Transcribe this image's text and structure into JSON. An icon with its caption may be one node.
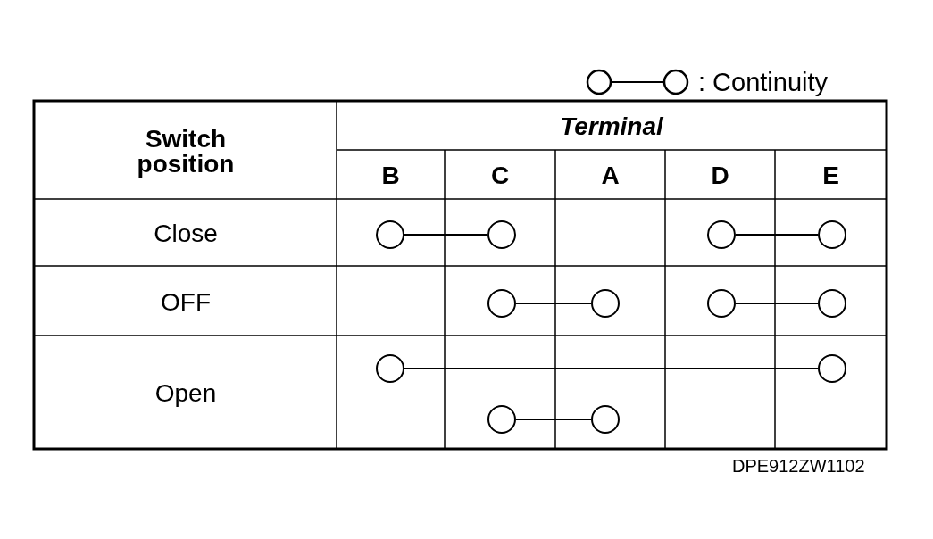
{
  "diagram": {
    "nodes": [
      {
        "text": [],
        "shape": "circle"
      },
      {
        "text": [],
        "shape": "circle"
      },
      {
        "text": [],
        "shape": "circle"
      },
      {
        "text": [],
        "shape": "circle"
      },
      {
        "text": [],
        "shape": "circle"
      },
      {
        "text": [],
        "shape": "circle"
      },
      {
        "text": [],
        "shape": "circle"
      },
      {
        "text": [],
        "shape": "circle"
      },
      {
        "text": [],
        "shape": "circle"
      },
      {
        "text": [],
        "shape": "circle"
      },
      {
        "text": [],
        "shape": "circle"
      },
      {
        "text": [],
        "shape": "circle"
      }
    ],
    "edges": [
      {
        "from": 0,
        "to": 1,
        "arrow": "none"
      },
      {
        "from": 2,
        "to": 3,
        "arrow": "none"
      },
      {
        "from": 4,
        "to": 5,
        "arrow": "none"
      },
      {
        "from": 6,
        "to": 7,
        "arrow": "none"
      },
      {
        "from": 8,
        "to": 9,
        "arrow": "none"
      },
      {
        "from": 10,
        "to": 11,
        "arrow": "none"
      }
    ],
    "labels": [
      "Switch position",
      "Terminal",
      "B",
      "C",
      "A",
      "D",
      "E",
      "Close",
      "OFF",
      "Open",
      "DPE912ZW1102"
    ],
    "legend": [
      {
        "text": ": Continuity"
      }
    ]
  }
}
